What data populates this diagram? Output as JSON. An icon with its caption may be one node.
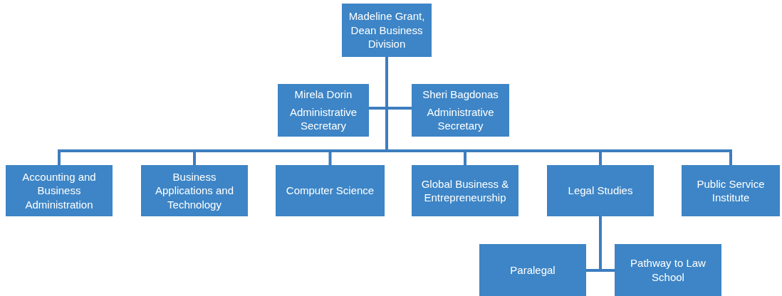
{
  "diagram": {
    "nodes": [
      {
        "text": [
          "Madeline Grant, Dean Business Division"
        ]
      },
      {
        "text": [
          "Mirela Dorin",
          "Administrative Secretary"
        ]
      },
      {
        "text": [
          "Sheri Bagdonas",
          "Administrative Secretary"
        ]
      },
      {
        "text": [
          "Accounting and Business Administration"
        ]
      },
      {
        "text": [
          "Business Applications and Technology"
        ]
      },
      {
        "text": [
          "Computer Science"
        ]
      },
      {
        "text": [
          "Global Business & Entrepreneurship"
        ]
      },
      {
        "text": [
          "Legal Studies"
        ]
      },
      {
        "text": [
          "Public Service Institute"
        ]
      },
      {
        "text": [
          "Paralegal"
        ]
      },
      {
        "text": [
          "Pathway to Law School"
        ]
      }
    ],
    "edges": [
      {
        "from": 0,
        "to": 1,
        "arrow": "none"
      },
      {
        "from": 0,
        "to": 2,
        "arrow": "none"
      },
      {
        "from": 0,
        "to": 3,
        "arrow": "none"
      },
      {
        "from": 0,
        "to": 4,
        "arrow": "none"
      },
      {
        "from": 0,
        "to": 5,
        "arrow": "none"
      },
      {
        "from": 0,
        "to": 6,
        "arrow": "none"
      },
      {
        "from": 0,
        "to": 7,
        "arrow": "none"
      },
      {
        "from": 0,
        "to": 8,
        "arrow": "none"
      },
      {
        "from": 7,
        "to": 9,
        "arrow": "none"
      },
      {
        "from": 7,
        "to": 10,
        "arrow": "none"
      }
    ]
  }
}
